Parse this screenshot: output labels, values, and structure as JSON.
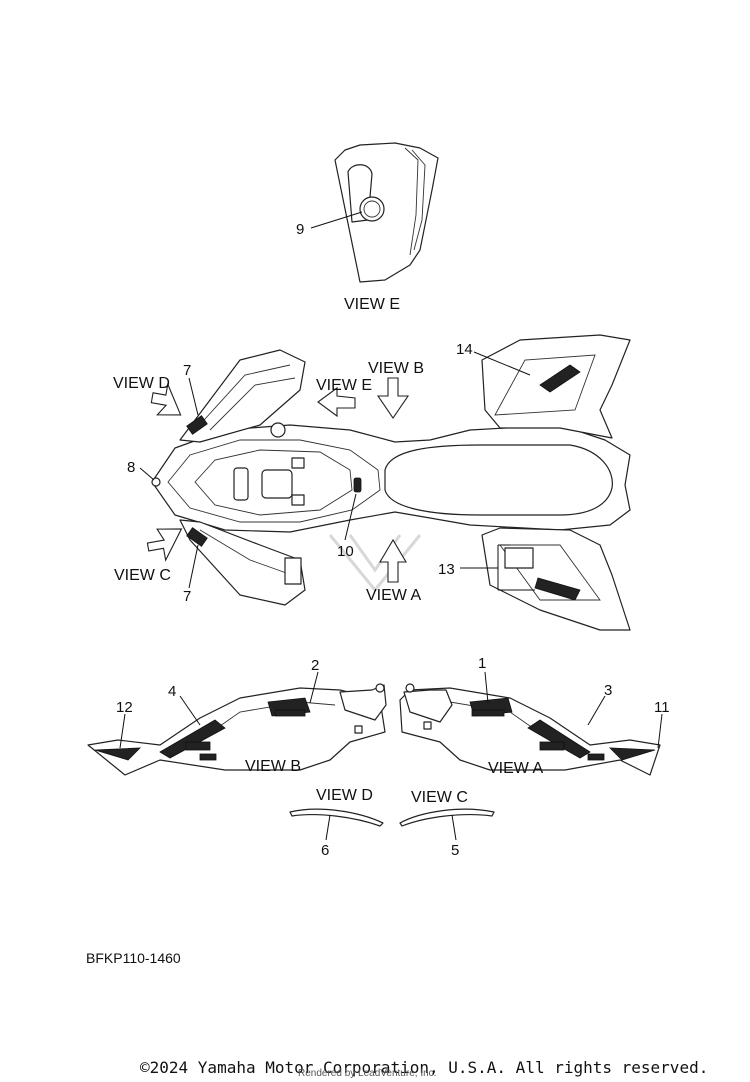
{
  "views": {
    "e": "VIEW E",
    "b_top": "VIEW B",
    "e_top": "VIEW E",
    "d_top": "VIEW D",
    "c_top": "VIEW C",
    "a_top": "VIEW A",
    "b_bottom": "VIEW B",
    "a_bottom": "VIEW A",
    "d_bottom": "VIEW D",
    "c_bottom": "VIEW C"
  },
  "callouts": {
    "n1": "1",
    "n2": "2",
    "n3": "3",
    "n4": "4",
    "n5": "5",
    "n6": "6",
    "n7a": "7",
    "n7b": "7",
    "n8": "8",
    "n9": "9",
    "n10": "10",
    "n11": "11",
    "n12": "12",
    "n13": "13",
    "n14": "14"
  },
  "doc_code": "BFKP110-1460",
  "copyright": "©2024 Yamaha Motor Corporation, U.S.A. All rights reserved.",
  "rendered_by": "Rendered by LeadVenture, Inc."
}
